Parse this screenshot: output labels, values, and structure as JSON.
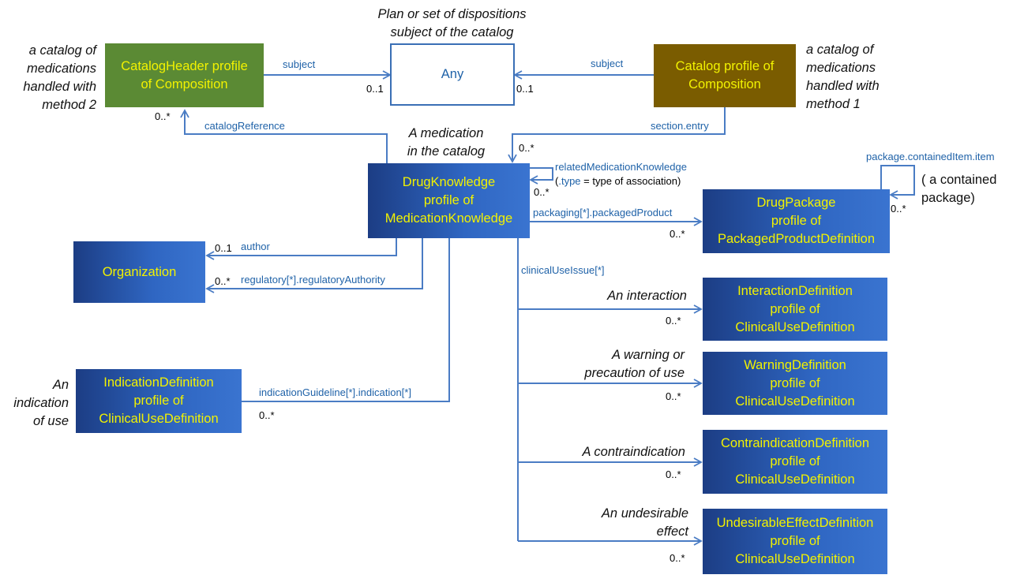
{
  "boxes": {
    "catalog_header": "CatalogHeader profile\nof Composition",
    "any": "Any",
    "catalog": "Catalog profile of\nComposition",
    "drug_knowledge": "DrugKnowledge\nprofile of\nMedicationKnowledge",
    "drug_package": "DrugPackage\nprofile of\nPackagedProductDefinition",
    "organization": "Organization",
    "interaction": "InteractionDefinition\nprofile of\nClinicalUseDefinition",
    "warning": "WarningDefinition\nprofile of\nClinicalUseDefinition",
    "contraindication": "ContraindicationDefinition\nprofile of\nClinicalUseDefinition",
    "undesirable": "UndesirableEffectDefinition\nprofile of\nClinicalUseDefinition",
    "indication": "IndicationDefinition\nprofile of\nClinicalUseDefinition"
  },
  "notes": {
    "catalog_header": "a catalog of\nmedications\nhandled with\nmethod 2",
    "plan": "Plan or set of dispositions\nsubject of the catalog",
    "catalog": "a catalog of\nmedications\nhandled with\nmethod 1",
    "medication": "A medication\nin the catalog",
    "contained": "( a contained\npackage)",
    "interaction": "An interaction",
    "warning": "A warning or\nprecaution of use",
    "contraindication": "A contraindication",
    "undesirable": "An undesirable\neffect",
    "indication": "An\nindication\nof use"
  },
  "labels": {
    "subject_left": "subject",
    "subject_right": "subject",
    "catalog_reference": "catalogReference",
    "section_entry": "section.entry",
    "related_mk": "relatedMedicationKnowledge",
    "related_type_prefix": "(",
    "related_type_key": ".type",
    "related_type_rest": " = type of association)",
    "packaging": "packaging[*].packagedProduct",
    "contained_item": "package.containedItem.item",
    "author": "author",
    "regulatory": "regulatory[*].regulatoryAuthority",
    "clinical_use": "clinicalUseIssue[*]",
    "indication_guideline": "indicationGuideline[*].indication[*]"
  },
  "multiplicities": {
    "any_left": "0..1",
    "any_right": "0..1",
    "header_ref": "0..*",
    "dk_entry": "0..*",
    "dk_related": "0..*",
    "package_packaging": "0..*",
    "package_contained": "0..*",
    "org_author": "0..1",
    "org_regulatory": "0..*",
    "interaction": "0..*",
    "warning": "0..*",
    "contraindication": "0..*",
    "undesirable": "0..*",
    "indication": "0..*"
  },
  "colors": {
    "line": "#4a7cc4",
    "label_text": "#1f62a8",
    "box_text": "#f2f200",
    "any_text": "#1f62a8",
    "green_box": "#5b8a34",
    "olive_box": "#7a5c00"
  }
}
